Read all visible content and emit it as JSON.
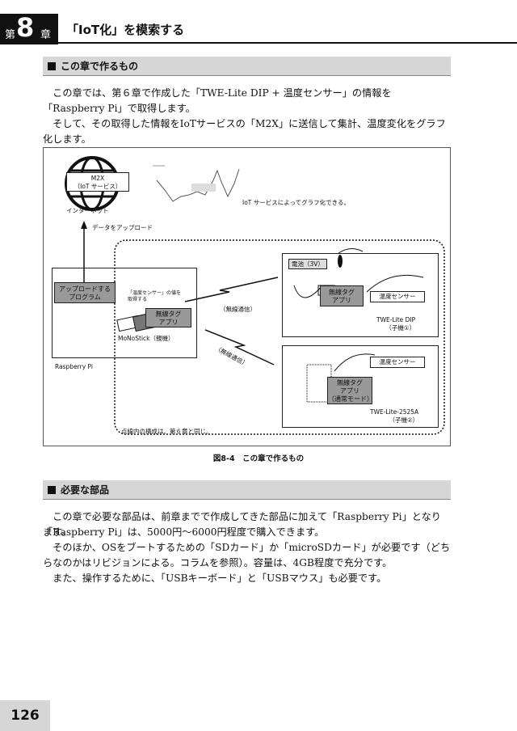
{
  "header": {
    "chapter_pre": "第",
    "chapter_num": "8",
    "chapter_post": "章",
    "title": "「IoT化」を模索する"
  },
  "section1": {
    "title": "この章で作るもの",
    "para1": "　この章では、第６章で作成した「TWE-Lite DIP + 温度センサー」の情報を「Raspberry Pi」で取得します。",
    "para2": "　そして、その取得した情報をIoTサービスの「M2X」に送信して集計、温度変化をグラフ化します。"
  },
  "figure": {
    "m2x_label": "M2X\n（IoT サービス）",
    "internet_label": "インターネット",
    "graph_note": "IoT サービスによってグラフ化できる。",
    "upload_label": "データをアップロード",
    "upload_program": "アップロードする\nプログラム",
    "get_sensor": "「温度センサー」の値を\n取得する",
    "wireless_tag_app": "無線タグ\nアプリ",
    "monostick": "MoNoStick（親機）",
    "raspberry_pi": "Raspberry Pi",
    "wireless_comm_1": "（無線通信）",
    "wireless_comm_2": "（無線通信）",
    "battery": "電池（3V）",
    "temp_sensor_1": "温度センサー",
    "twe_dip": "TWE-Lite DIP\n（子機①）",
    "temp_sensor_2": "温度センサー",
    "wireless_tag_normal": "無線タグ\nアプリ\n（通常モード）",
    "twe_2525": "TWE-Lite-2525A\n（子機②）",
    "dotted_note": "点線内の構成は、第６章と同じ。",
    "caption": "図8-4　この章で作るもの"
  },
  "section2": {
    "title": "必要な部品",
    "para1": "　この章で必要な部品は、前章までで作成してきた部品に加えて「Raspberry Pi」となります。",
    "para2": "「Raspberry Pi」は、5000円～6000円程度で購入できます。",
    "para3": "　そのほか、OSをブートするための「SDカード」か「microSDカード」が必要です（どちらなのかはリビジョンによる。コラムを参照）。容量は、4GB程度で充分です。",
    "para4": "　また、操作するために、「USBキーボード」と「USBマウス」も必要です。"
  },
  "page_number": "126"
}
